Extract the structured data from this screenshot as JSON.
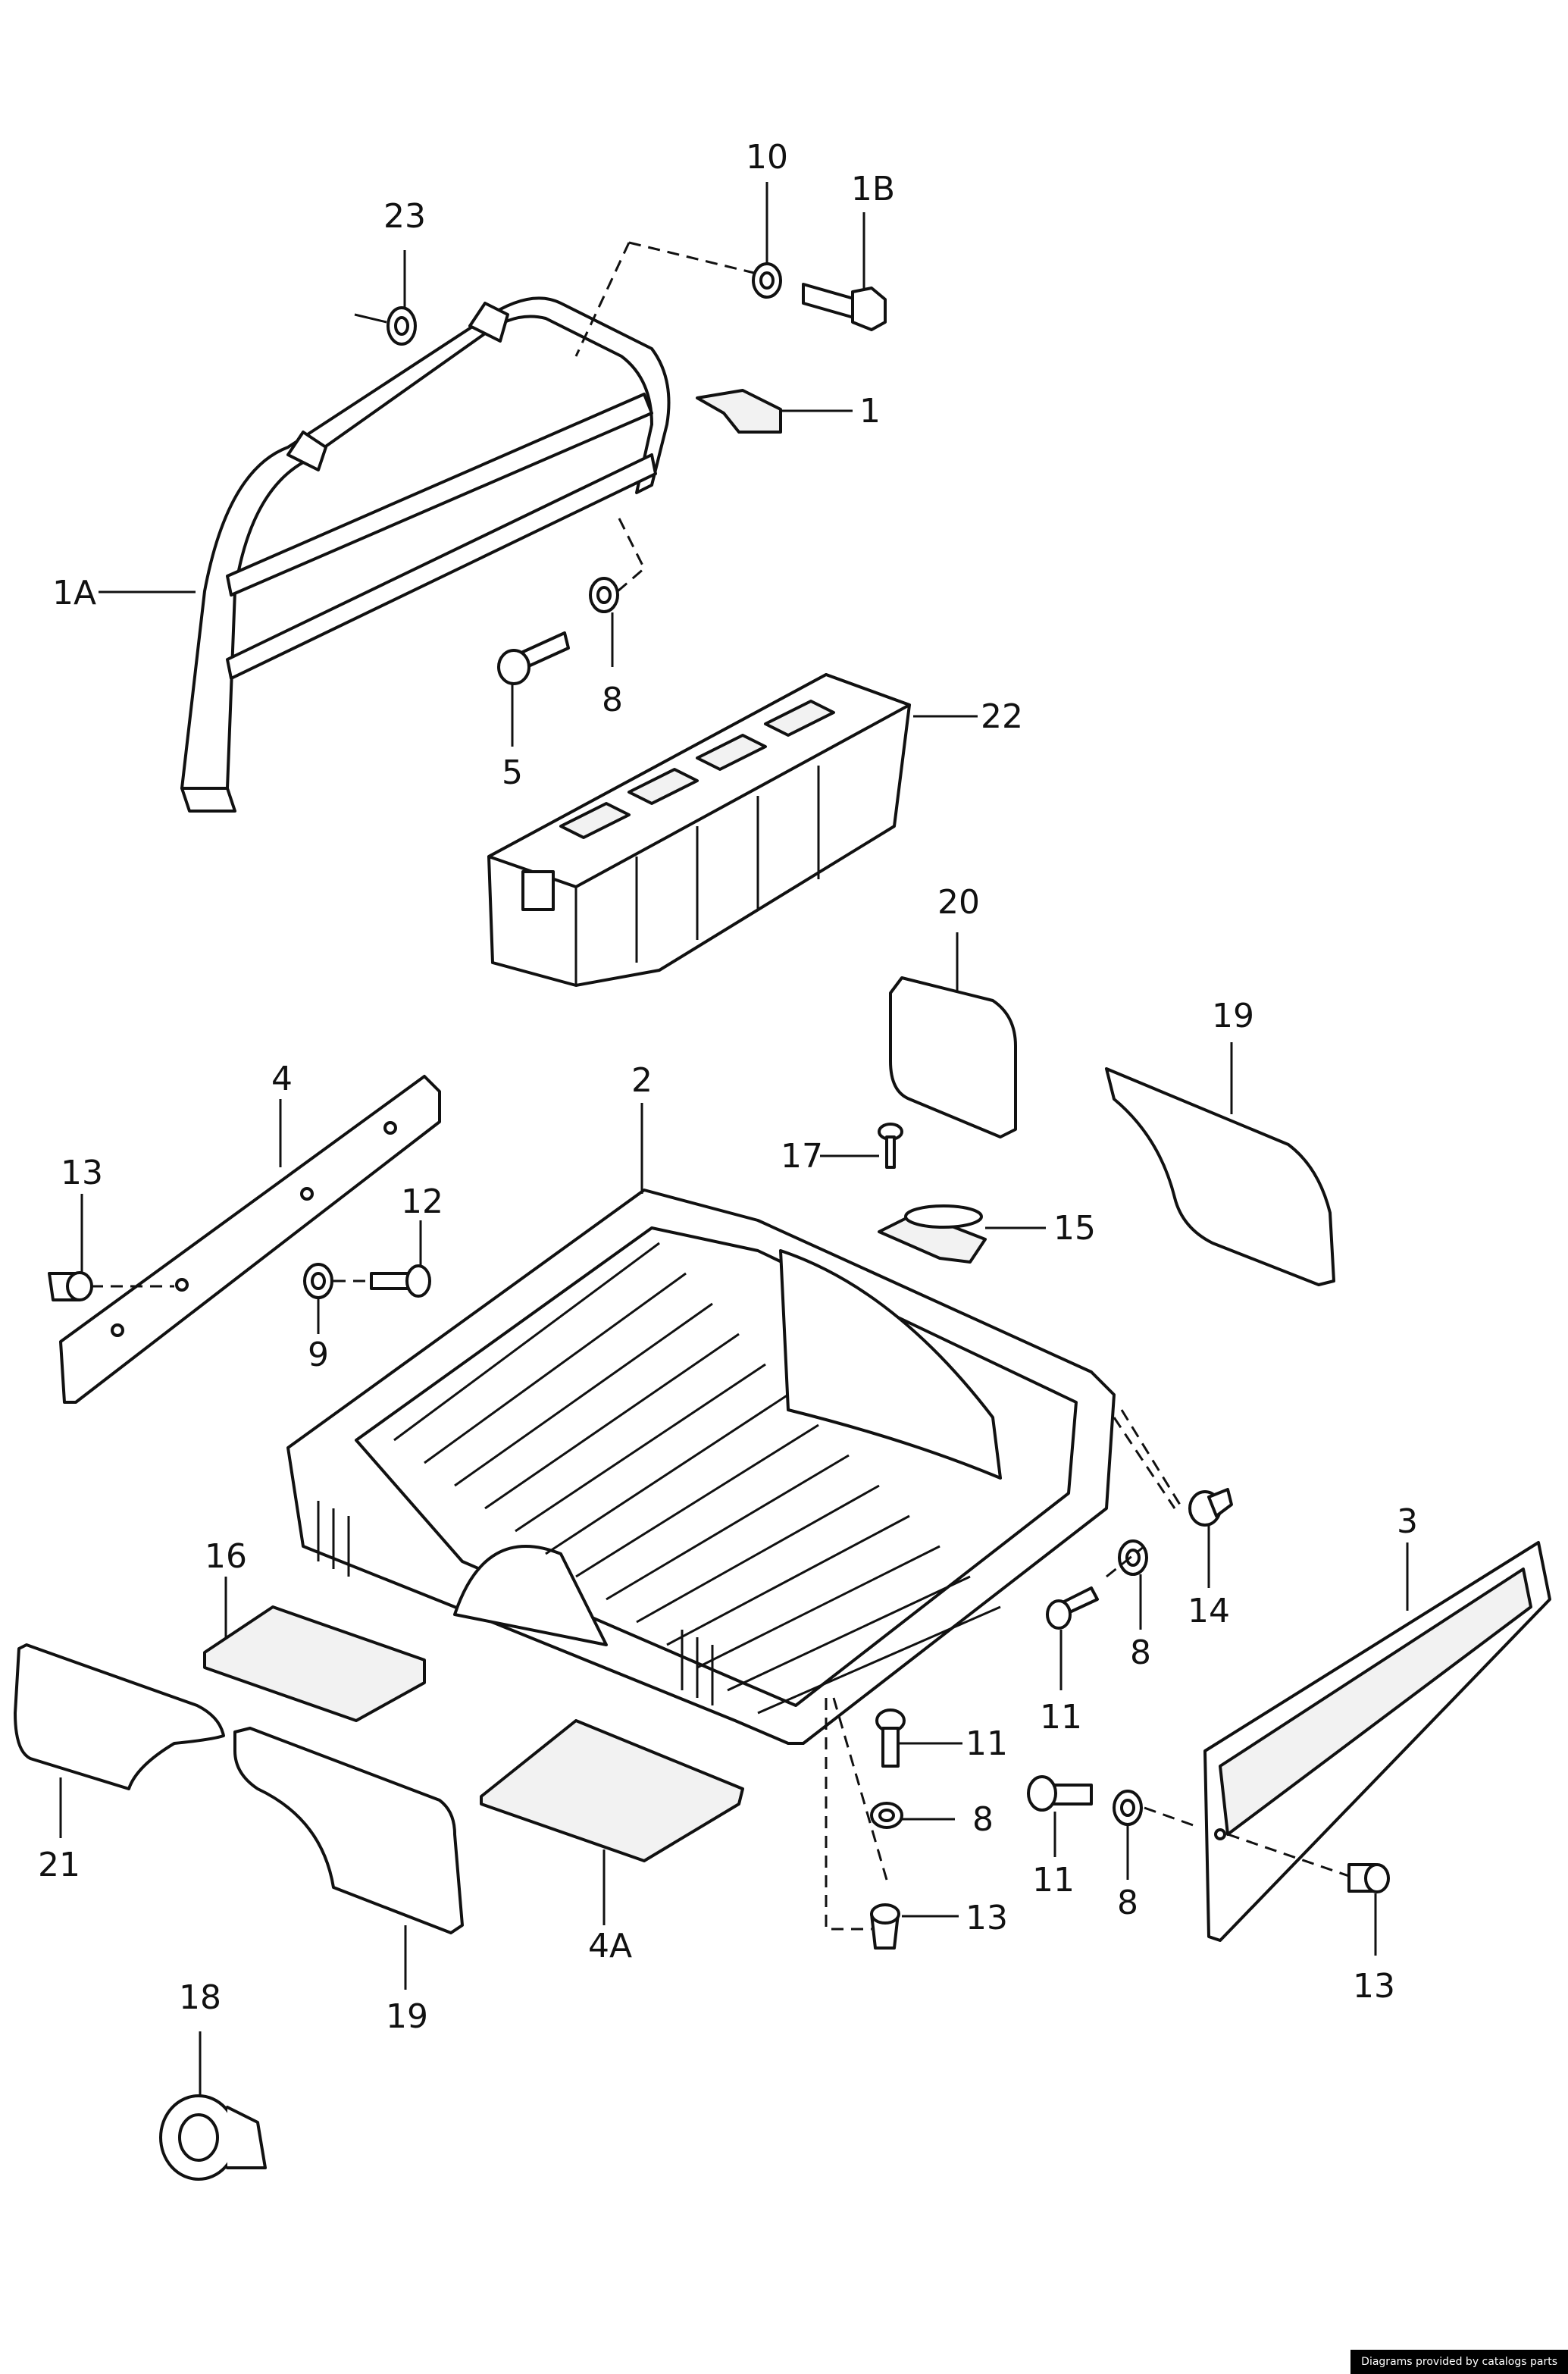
{
  "callouts": {
    "c23": "23",
    "c10": "10",
    "c1B": "1B",
    "c1": "1",
    "c1A": "1A",
    "c8a": "8",
    "c5": "5",
    "c22": "22",
    "c20": "20",
    "c19a": "19",
    "c4": "4",
    "c2": "2",
    "c13a": "13",
    "c12": "12",
    "c17": "17",
    "c15": "15",
    "c9": "9",
    "c3": "3",
    "c16": "16",
    "c14": "14",
    "c8b": "8",
    "c11a": "11",
    "c11b": "11",
    "c8c": "8",
    "c11c": "11",
    "c8d": "8",
    "c21": "21",
    "c13b": "13",
    "c13c": "13",
    "c4A": "4A",
    "c19b": "19",
    "c18": "18"
  },
  "credit": "Diagrams provided by catalogs parts"
}
